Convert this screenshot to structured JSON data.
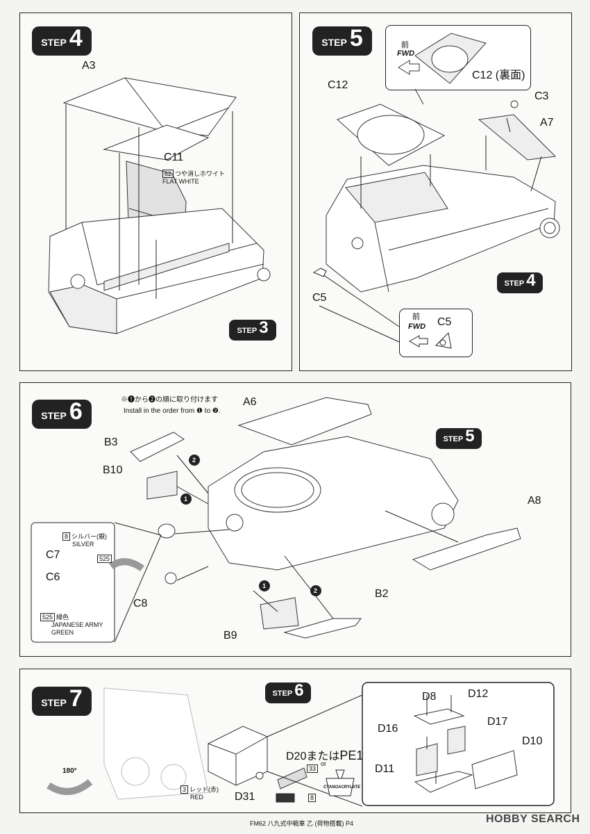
{
  "steps": {
    "s4": {
      "word": "STEP",
      "num": "4"
    },
    "s5": {
      "word": "STEP",
      "num": "5"
    },
    "s6": {
      "word": "STEP",
      "num": "6"
    },
    "s7": {
      "word": "STEP",
      "num": "7"
    }
  },
  "refs": {
    "r3": {
      "word": "STEP",
      "num": "3"
    },
    "r4": {
      "word": "STEP",
      "num": "4"
    },
    "r5": {
      "word": "STEP",
      "num": "5"
    },
    "r6": {
      "word": "STEP",
      "num": "6"
    }
  },
  "step4": {
    "a3": "A3",
    "c11": "C11",
    "paint_code": "62",
    "paint_jp": "つや消しホワイト",
    "paint_en": "FLAT WHITE"
  },
  "step5": {
    "c12": "C12",
    "c3": "C3",
    "a7": "A7",
    "c5": "C5",
    "fwd_jp": "前",
    "fwd_en": "FWD",
    "c12_rev": "C12 (裏面)",
    "c5_call": "C5"
  },
  "step6": {
    "note_jp": "※❶から❷の順に取り付けます",
    "note_en": "Install in the order from ❶ to ❷.",
    "a6": "A6",
    "b3": "B3",
    "b10": "B10",
    "a8": "A8",
    "b2": "B2",
    "b9": "B9",
    "c7": "C7",
    "c6": "C6",
    "c8": "C8",
    "silver_code": "8",
    "silver_jp": "シルバー(銀)",
    "silver_en": "SILVER",
    "code525": "525",
    "green_code": "525",
    "green_jp": "緑色",
    "green_en1": "JAPANESE ARMY",
    "green_en2": "GREEN",
    "n1": "1",
    "n2": "2"
  },
  "step7": {
    "d8": "D8",
    "d12": "D12",
    "d16": "D16",
    "d17": "D17",
    "d10": "D10",
    "d11": "D11",
    "d20": "D20または",
    "pe1": "PE1",
    "or": "or",
    "d31": "D31",
    "red_code": "3",
    "red_jp": "レッド(赤)",
    "red_en": "RED",
    "code33": "33",
    "code8": "8",
    "cyano": "CYANOACRYLATE",
    "rot": "180°"
  },
  "footer": {
    "text": "FM62 八九式中戦車 乙 (荷物搭載) P4",
    "watermark": "HOBBY SEARCH"
  }
}
